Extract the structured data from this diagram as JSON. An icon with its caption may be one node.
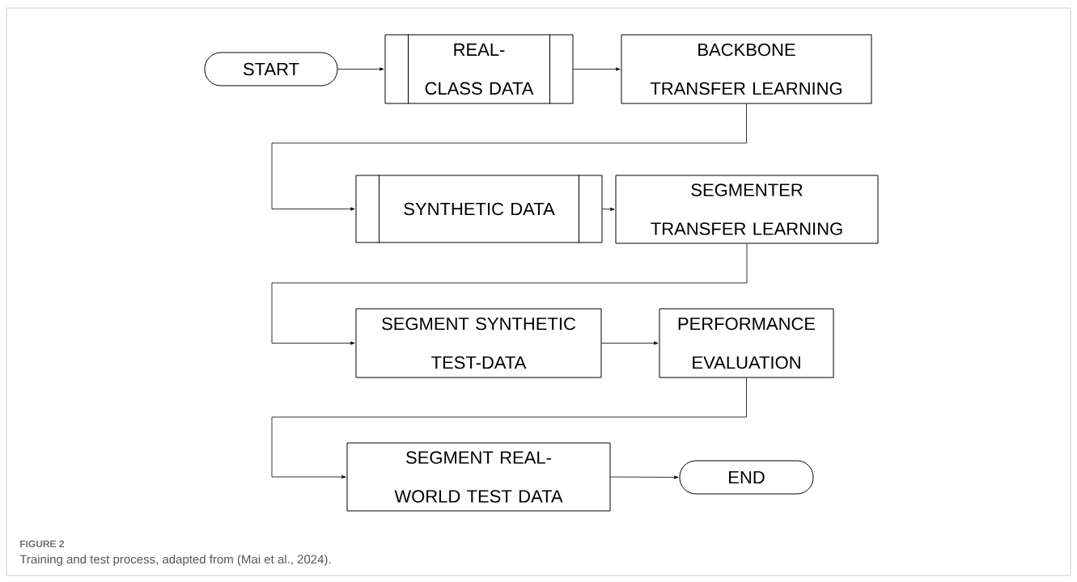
{
  "diagram": {
    "caption": "Training and test process, adapted from (Mai et al., 2024).",
    "nodes": [
      {
        "text": [
          "START"
        ]
      },
      {
        "text": [
          "REAL-CLASS DATA"
        ]
      },
      {
        "text": [
          "BACKBONE TRANSFER LEARNING"
        ]
      },
      {
        "text": [
          "SYNTHETIC DATA"
        ]
      },
      {
        "text": [
          "SEGMENTER TRANSFER LEARNING"
        ]
      },
      {
        "text": [
          "SEGMENT SYNTHETIC TEST-DATA"
        ]
      },
      {
        "text": [
          "PERFORMANCE EVALUATION"
        ]
      },
      {
        "text": [
          "SEGMENT REAL-WORLD TEST DATA"
        ]
      },
      {
        "text": [
          "END"
        ]
      }
    ],
    "edges": [
      {
        "from": 0,
        "to": 1,
        "arrow": "to"
      },
      {
        "from": 1,
        "to": 2,
        "arrow": "to"
      },
      {
        "from": 2,
        "to": 3,
        "arrow": "to"
      },
      {
        "from": 3,
        "to": 4,
        "arrow": "to"
      },
      {
        "from": 4,
        "to": 5,
        "arrow": "to"
      },
      {
        "from": 5,
        "to": 6,
        "arrow": "to"
      },
      {
        "from": 6,
        "to": 7,
        "arrow": "to"
      },
      {
        "from": 7,
        "to": 8,
        "arrow": "to"
      }
    ],
    "labels": [
      "FIGURE 2"
    ]
  }
}
